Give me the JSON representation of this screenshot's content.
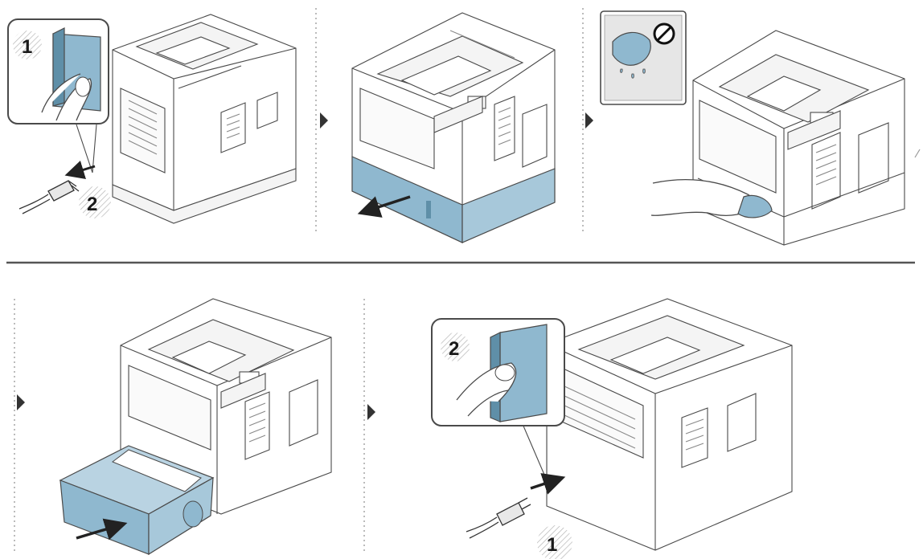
{
  "colors": {
    "accent_blue": "#8fb8cf",
    "accent_blue_dark": "#5f8fa8",
    "line": "#4a4a4a",
    "light_line": "#9a9a9a",
    "divider": "#555555",
    "arrow": "#222222",
    "background": "#ffffff"
  },
  "steps": {
    "s1": {
      "switch_label": "1",
      "plug_label": "2"
    },
    "s5": {
      "switch_label": "2",
      "plug_label": "1"
    }
  },
  "icons": {
    "s1_switch": "power-switch-off-icon",
    "s1_plug": "power-cord-plug-icon",
    "s3_warning": "no-water-icon",
    "s5_switch": "power-switch-on-icon",
    "s5_plug": "power-cord-plug-icon"
  }
}
